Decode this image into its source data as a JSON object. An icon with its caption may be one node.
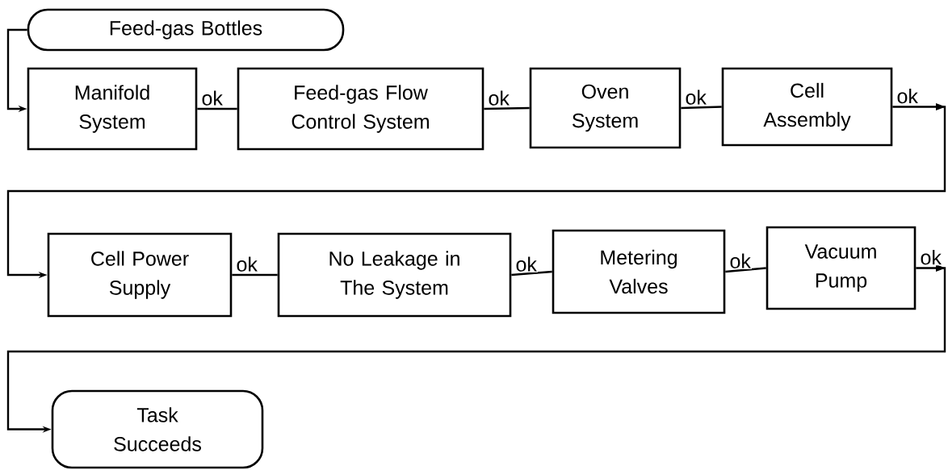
{
  "diagram": {
    "nodes": [
      {
        "text": [
          "Feed-gas Bottles"
        ]
      },
      {
        "text": [
          "Manifold System"
        ]
      },
      {
        "text": [
          "Feed-gas Flow Control System"
        ]
      },
      {
        "text": [
          "Oven System"
        ]
      },
      {
        "text": [
          "Cell Assembly"
        ]
      },
      {
        "text": [
          "Cell Power Supply"
        ]
      },
      {
        "text": [
          "No Leakage in The System"
        ]
      },
      {
        "text": [
          "Metering Valves"
        ]
      },
      {
        "text": [
          "Vacuum Pump"
        ]
      },
      {
        "text": [
          "Task Succeeds"
        ]
      }
    ],
    "edges": [
      {
        "from": 0,
        "to": 1,
        "arrow": "to"
      },
      {
        "from": 1,
        "to": 2,
        "arrow": "none",
        "label": "ok"
      },
      {
        "from": 2,
        "to": 3,
        "arrow": "none",
        "label": "ok"
      },
      {
        "from": 3,
        "to": 4,
        "arrow": "none",
        "label": "ok"
      },
      {
        "from": 4,
        "to": 5,
        "arrow": "to",
        "label": "ok"
      },
      {
        "from": 5,
        "to": 6,
        "arrow": "none",
        "label": "ok"
      },
      {
        "from": 6,
        "to": 7,
        "arrow": "none",
        "label": "ok"
      },
      {
        "from": 7,
        "to": 8,
        "arrow": "none",
        "label": "ok"
      },
      {
        "from": 8,
        "to": 9,
        "arrow": "to",
        "label": "ok"
      }
    ]
  }
}
